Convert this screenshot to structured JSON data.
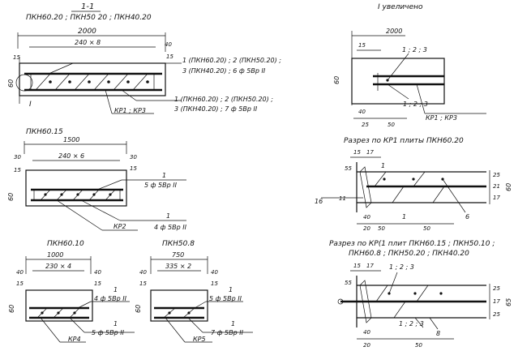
{
  "left": {
    "section_title": "1-1",
    "section_sub": "ПКН60.20 ; ПКН50 20 ; ПКН40.20",
    "dim_total": "2000",
    "dim_pitch": "240 × 8",
    "dim_15a": "15",
    "dim_40a": "40",
    "dim_15b": "15",
    "dim_60": "60",
    "roman_1": "I",
    "label_top_1": "1 (ПКН60.20) ; 2 (ПКН50.20) ;",
    "label_top_2": "3 (ПКН40.20) ; 6 ф 5Вр II",
    "label_bot_1": "1 (ПКН60.20) ; 2 (ПКН50.20) ;",
    "label_bot_2": "3 (ПКН40.20) ; 7 ф 5Вр II",
    "label_kr": "КР1 ; КР3",
    "b_title": "ПКН60.15",
    "b_total": "1500",
    "b_pitch": "240 × 6",
    "b_30a": "30",
    "b_30b": "30",
    "b_15a": "15",
    "b_15b": "15",
    "b_60": "60",
    "b_mark1": "1",
    "b_spec1": "5 ф 5Вр II",
    "b_mark2": "1",
    "b_spec2": "4 ф 5Вр II",
    "b_kr": "КР2",
    "c_title": "ПКН60.10",
    "c_total": "1000",
    "c_pitch": "230 × 4",
    "c_40a": "40",
    "c_40b": "40",
    "c_15a": "15",
    "c_15b": "15",
    "c_60": "60",
    "c_mark1": "1",
    "c_spec1": "4 ф 5Вр II",
    "c_mark2": "1",
    "c_spec2": "5 ф 5Вр II",
    "c_kr": "КР4",
    "d_title": "ПКН50.8",
    "d_total": "750",
    "d_pitch": "335 × 2",
    "d_40a": "40",
    "d_40b": "40",
    "d_15a": "15",
    "d_15b": "15",
    "d_60": "60",
    "d_mark1": "1",
    "d_spec1": "5 ф 5Вр II",
    "d_mark2": "1",
    "d_spec2": "7 ф 5Вр II",
    "d_kr": "КР5"
  },
  "right": {
    "detail_title": "I увеличено",
    "e_2000": "2000",
    "e_15": "15",
    "e_123a": "1 ; 2 ; 3",
    "e_60": "60",
    "e_40": "40",
    "e_25": "25",
    "e_50": "50",
    "e_123b": "1 ; 2 ; 3",
    "e_kr": "КР1 ; КР3",
    "f_title": "Разрез по КР1 плиты ПКН60.20",
    "f_15": "15",
    "f_17": "17",
    "f_55": "55",
    "f_1a": "1",
    "f_16": "16",
    "f_11": "11",
    "f_40": "40",
    "f_20": "20",
    "f_50a": "50",
    "f_1b": "1",
    "f_50b": "50",
    "f_6": "6",
    "f_25": "25",
    "f_21": "21",
    "f_17r": "17",
    "f_60": "60",
    "g_title_1": "Разрез по КР(1 плит ПКН60.15 ; ПКН50.10 ;",
    "g_title_2": "ПКН60.8 ; ПКН50.20 ; ПКН40.20",
    "g_15": "15",
    "g_17": "17",
    "g_123a": "1 ; 2 ; 3",
    "g_55": "55",
    "g_40": "40",
    "g_20": "20",
    "g_50": "50",
    "g_123b": "1 ; 2 ; 3",
    "g_8": "8",
    "g_25a": "25",
    "g_17r": "17",
    "g_25b": "25",
    "g_65": "65"
  }
}
